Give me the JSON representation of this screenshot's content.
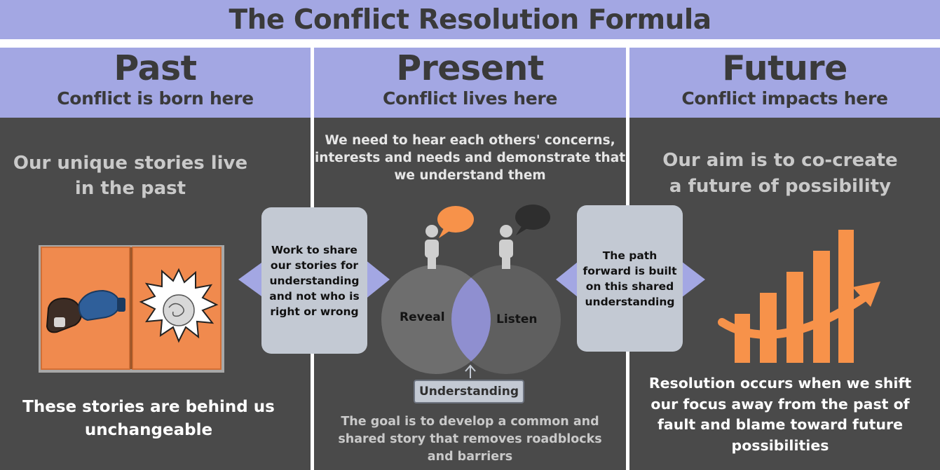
{
  "title": "The Conflict Resolution Formula",
  "colors": {
    "banner": "#a3a7e3",
    "panel": "#4a4a4a",
    "card": "#c3c9d3",
    "orange": "#f7924a",
    "overlap": "#8f8fd0"
  },
  "past": {
    "heading": "Past",
    "subheading": "Conflict is born here",
    "intro_line1": "Our unique stories live",
    "intro_line2": "in the past",
    "bottom_line1": "These stories are  behind us",
    "bottom_line2": "unchangeable",
    "illustration": "open-book-boxing-gloves-icon"
  },
  "present": {
    "heading": "Present",
    "subheading": "Conflict lives here",
    "intro_line1": "We need to hear each others' concerns,",
    "intro_line2": "interests and needs and demonstrate that",
    "intro_line3": "we understand them",
    "left_card": [
      "Work to share",
      "our stories for",
      "understanding",
      "and not who is",
      "right or wrong"
    ],
    "right_card": [
      "The path",
      "forward is built",
      "on this shared",
      "understanding"
    ],
    "venn_left": "Reveal",
    "venn_right": "Listen",
    "understanding_label": "Understanding",
    "bottom_line1": "The goal is to develop a common and",
    "bottom_line2": "shared story that removes roadblocks",
    "bottom_line3": "and barriers"
  },
  "future": {
    "heading": "Future",
    "subheading": "Conflict impacts here",
    "intro_line1": "Our aim is to co-create",
    "intro_line2": "a future of possibility",
    "bottom_line1": "Resolution occurs when we shift",
    "bottom_line2": "our focus away from the past of",
    "bottom_line3": "fault and blame toward future",
    "bottom_line4": "possibilities",
    "illustration": "growth-bar-chart-icon"
  }
}
